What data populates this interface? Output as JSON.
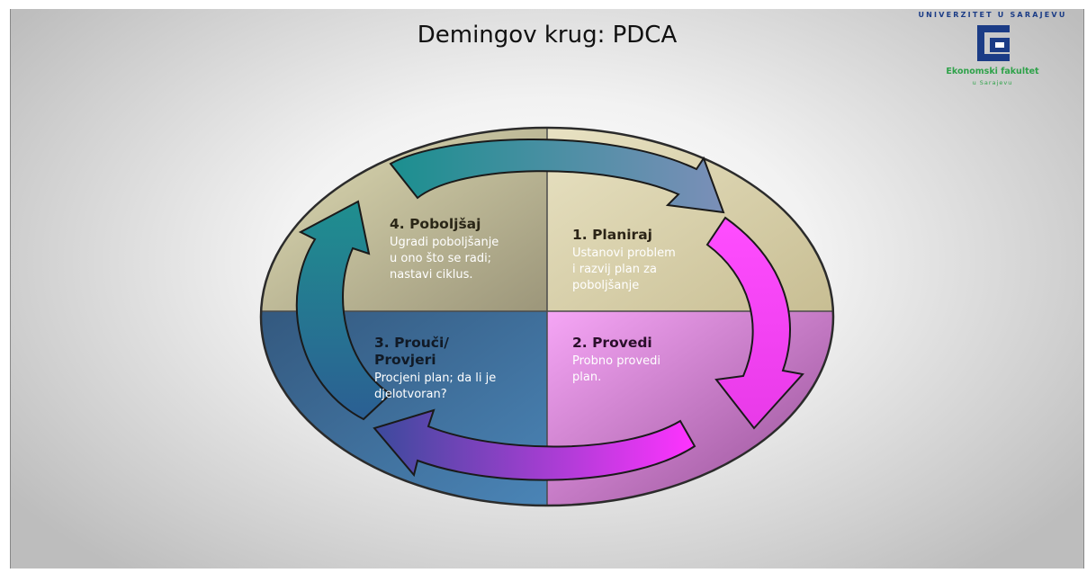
{
  "title": "Demingov krug: PDCA",
  "logo": {
    "university": "UNIVERZITET U SARAJEVU",
    "faculty": "Ekonomski fakultet",
    "city": "u Sarajevu"
  },
  "quadrants": [
    {
      "id": "plan",
      "heading": "1. Planiraj",
      "lines": [
        "Ustanovi problem",
        "i razvij plan za",
        "poboljšanje"
      ]
    },
    {
      "id": "do",
      "heading": "2. Provedi",
      "lines": [
        "Probno provedi",
        "plan."
      ]
    },
    {
      "id": "study",
      "heading_lines": [
        "3. Prouči/",
        "Provjeri"
      ],
      "lines": [
        "Procjeni plan; da li je",
        "djelotvoran?"
      ]
    },
    {
      "id": "act",
      "heading": "4. Poboljšaj",
      "lines": [
        "Ugradi poboljšanje",
        "u ono što se radi;",
        "nastavi ciklus."
      ]
    }
  ],
  "colors": {
    "plan": "#d8cfa6",
    "do": "#cf7fd8",
    "study": "#3c6d9c",
    "act": "#b9b392",
    "arrow_top": "#2d9c9c",
    "arrow_right": "#ff33ff",
    "arrow_bottom": "#c93ec9",
    "arrow_left": "#2c7f9a",
    "logo_blue": "#1b3c86",
    "logo_green": "#2fa24a"
  },
  "icons": {
    "logo": "ef-logo-icon",
    "arrows": "cycle-arrow-icon"
  }
}
